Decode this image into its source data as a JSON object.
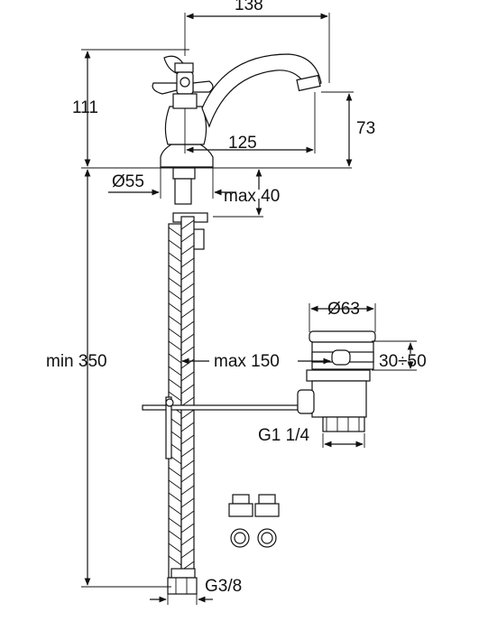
{
  "dimensions": {
    "spout_reach_total": "138",
    "total_height": "111",
    "spout_outlet_height": "73",
    "spout_reach": "125",
    "base_diameter": "Ø55",
    "max_deck_thickness": "max 40",
    "min_hose_length": "min 350",
    "max_rod_length": "max 150",
    "waste_diameter": "Ø63",
    "waste_range": "30÷50",
    "waste_thread": "G1 1/4",
    "supply_thread": "G3/8"
  },
  "colors": {
    "line": "#111111",
    "background": "#ffffff"
  }
}
